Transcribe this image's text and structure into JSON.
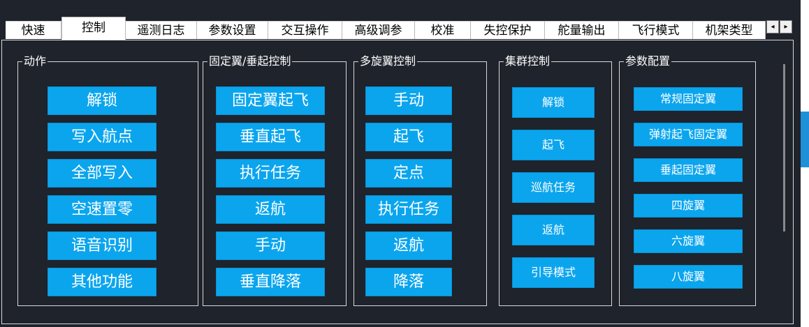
{
  "tabs": [
    "快速",
    "控制",
    "遥测日志",
    "参数设置",
    "交互操作",
    "高级调参",
    "校准",
    "失控保护",
    "舵量输出",
    "飞行模式",
    "机架类型"
  ],
  "active_tab": "控制",
  "scroll_left_icon": "◂",
  "scroll_right_icon": "▸",
  "groups": {
    "action": {
      "title": "动作",
      "buttons": [
        "解锁",
        "写入航点",
        "全部写入",
        "空速置零",
        "语音识别",
        "其他功能"
      ]
    },
    "fixed_vtol": {
      "title": "固定翼/垂起控制",
      "buttons": [
        "固定翼起飞",
        "垂直起飞",
        "执行任务",
        "返航",
        "手动",
        "垂直降落"
      ]
    },
    "multirotor": {
      "title": "多旋翼控制",
      "buttons": [
        "手动",
        "起飞",
        "定点",
        "执行任务",
        "返航",
        "降落"
      ]
    },
    "cluster": {
      "title": "集群控制",
      "buttons": [
        "解锁",
        "起飞",
        "巡航任务",
        "返航",
        "引导模式"
      ]
    },
    "param_config": {
      "title": "参数配置",
      "buttons": [
        "常规固定翼",
        "弹射起飞固定翼",
        "垂起固定翼",
        "四旋翼",
        "六旋翼",
        "八旋翼"
      ]
    }
  }
}
